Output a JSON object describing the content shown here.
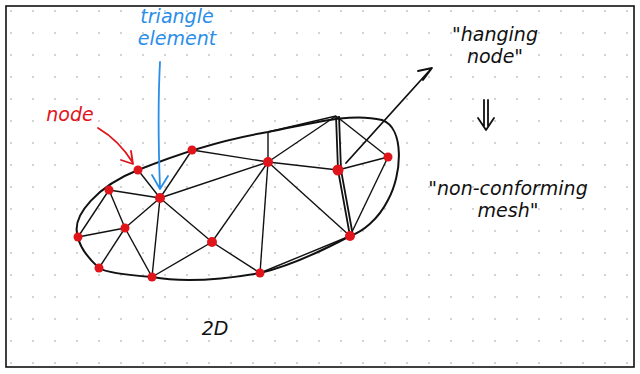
{
  "diagram": {
    "labels": [
      "triangle element",
      "node",
      "\"hanging node\"",
      "\"non-conforming mesh\"",
      "2D"
    ]
  }
}
